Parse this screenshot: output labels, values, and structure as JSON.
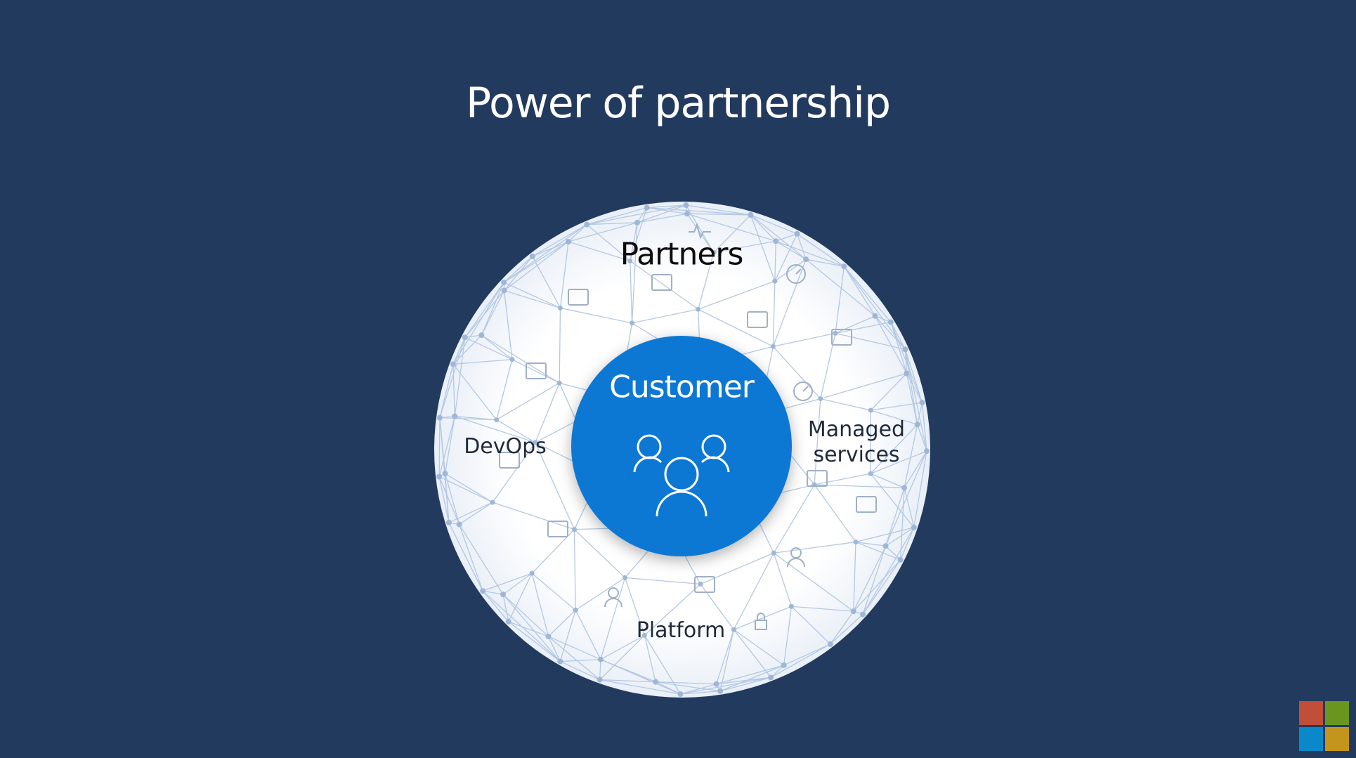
{
  "title": "Power of partnership",
  "diagram": {
    "outer_label": "Partners",
    "center_label": "Customer",
    "segments": [
      "DevOps",
      "Managed services",
      "Platform"
    ],
    "icons": [
      "heartbeat-icon",
      "map-icon",
      "robot-arm-icon",
      "gauge-icon",
      "car-icon",
      "group-chat-icon",
      "download-window-icon",
      "satellite-dish-icon",
      "network-icon",
      "security-camera-icon",
      "contactless-card-icon",
      "box-icon",
      "user-icon",
      "user-transfer-icon",
      "plug-icon",
      "lock-icon"
    ]
  },
  "colors": {
    "background": "#233a5f",
    "customer": "#0a78d4",
    "mesh": "#b4c8e2",
    "logo": [
      "#c14e37",
      "#6a961f",
      "#0b88c9",
      "#c4951d"
    ]
  }
}
